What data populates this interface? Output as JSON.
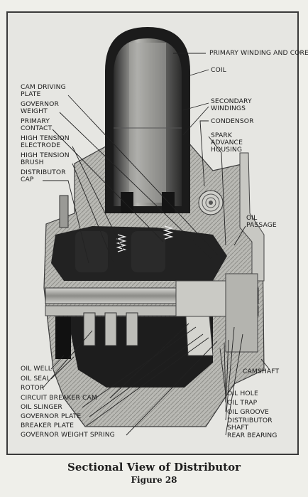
{
  "caption": "Sectional View of Distributor",
  "figure": "Figure 28",
  "labels": {
    "primary_winding": "PRIMARY WINDING AND CORE",
    "coil": "COIL",
    "secondary_windings": "SECONDARY WINDINGS",
    "condensor": "CONDENSOR",
    "spark_advance": "SPARK ADVANCE HOUSING",
    "oil_passage": "OIL PASSAGE",
    "cam_driving_plate": "CAM DRIVING PLATE",
    "governor_weight": "GOVERNOR WEIGHT",
    "primary_contact": "PRIMARY CONTACT",
    "high_tension_electrode": "HIGH TENSION ELECTRODE",
    "high_tension_brush": "HIGH TENSION BRUSH",
    "distributor_cap": "DISTRIBUTOR CAP",
    "camshaft": "CAMSHAFT",
    "oil_well": "OIL WELL",
    "oil_seal": "OIL SEAL",
    "rotor": "ROTOR",
    "circuit_breaker_cam": "CIRCUIT BREAKER CAM",
    "oil_slinger": "OIL SLINGER",
    "governor_plate": "GOVERNOR PLATE",
    "breaker_plate": "BREAKER PLATE",
    "governor_weight_spring": "GOVERNOR WEIGHT SPRING",
    "oil_hole": "OIL HOLE",
    "oil_trap": "OIL TRAP",
    "oil_groove": "OIL GROOVE",
    "distributor_shaft": "DISTRIBUTOR SHAFT",
    "rear_bearing": "REAR BEARING"
  }
}
